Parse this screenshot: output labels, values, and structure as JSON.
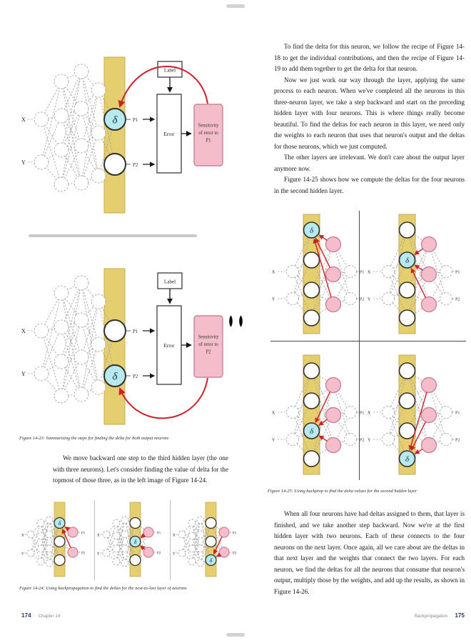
{
  "page": {
    "left": {
      "figure_14_23": {
        "caption": "Figure 14-23: Summarizing the steps for finding the delta for both output neurons",
        "panels": [
          {
            "delta_position": "top",
            "sensitivity_lines": [
              "Sensitivity",
              "of error to",
              "P1"
            ]
          },
          {
            "delta_position": "bottom",
            "sensitivity_lines": [
              "Sensitivity",
              "of error to",
              "P2"
            ]
          }
        ]
      },
      "paragraph": "We move backward one step to the third hidden layer (the one with three neurons). Let's consider finding the value of delta for the topmost of those three, as in the left image of Figure 14-24.",
      "figure_14_24": {
        "caption": "Figure 14-24: Using backpropagation to find the deltas for the next-to-last layer of neurons",
        "delta_positions": [
          0,
          1,
          2
        ]
      },
      "footer": {
        "page_number": "174",
        "running_head": "Chapter 14"
      }
    },
    "right": {
      "paragraphs": [
        "To find the delta for this neuron, we follow the recipe of Figure 14-18 to get the individual contributions, and then the recipe of Figure 14-19 to add them together to get the delta for that neuron.",
        "Now we just work our way through the layer, applying the same process to each neuron. When we've completed all the neurons in this three-neuron layer, we take a step backward and start on the preceding hidden layer with four neurons. This is where things really become beautiful. To find the deltas for each neuron in this layer, we need only the weights to each neuron that uses that neuron's output and the deltas for those neurons, which we just computed.",
        "The other layers are irrelevant. We don't care about the output layer anymore now.",
        "Figure 14-25 shows how we compute the deltas for the four neurons in the second hidden layer."
      ],
      "figure_14_25": {
        "caption": "Figure 14-25: Using backprop to find the delta values for the second hidden layer",
        "delta_positions": [
          0,
          1,
          2,
          3
        ]
      },
      "closing_paragraph": "When all four neurons have had deltas assigned to them, that layer is finished, and we take another step backward. Now we're at the first hidden layer with two neurons. Each of these connects to the four neurons on the next layer. Once again, all we care about are the deltas in that next layer and the weights that connect the two layers. For each neuron, we find the deltas for all the neurons that consume that neuron's output, multiply those by the weights, and add up the results, as shown in Figure 14-26.",
      "footer": {
        "running_head": "Backpropagation",
        "page_number": "175"
      }
    }
  },
  "diagram_labels": {
    "x": "X",
    "y": "Y",
    "p1": "P1",
    "p2": "P2",
    "label_box": "Label",
    "error_box": "Error",
    "delta_symbol": "δ"
  },
  "colors": {
    "band": "#e4ce6e",
    "band_stroke": "#c6ab50",
    "delta_fill": "#b7e9ee",
    "neuron_stroke": "#2f2f2f",
    "pink_fill": "#f4bdc9",
    "pink_stroke": "#c9839b",
    "red": "#cc2127",
    "dashed": "#a3a3a3",
    "arrow_dark": "#161616",
    "page_number_blue": "#2b3a67",
    "delta_text": "#14324e"
  }
}
